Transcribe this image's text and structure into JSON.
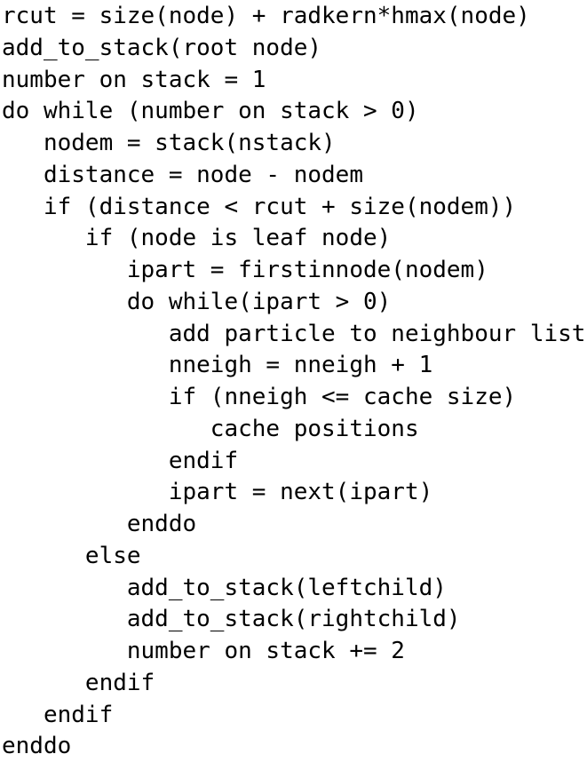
{
  "page": {
    "background_color": "#ffffff",
    "text_color": "#000000"
  },
  "code_listing": {
    "indent_unit_spaces": 3,
    "line_count": 24,
    "lines": [
      "rcut = size(node) + radkern*hmax(node)",
      "add_to_stack(root node)",
      "number on stack = 1",
      "do while (number on stack > 0)",
      "   nodem = stack(nstack)",
      "   distance = node - nodem",
      "   if (distance < rcut + size(nodem))",
      "      if (node is leaf node)",
      "         ipart = firstinnode(nodem)",
      "         do while(ipart > 0)",
      "            add particle to neighbour list",
      "            nneigh = nneigh + 1",
      "            if (nneigh <= cache size)",
      "               cache positions",
      "            endif",
      "            ipart = next(ipart)",
      "         enddo",
      "      else",
      "         add_to_stack(leftchild)",
      "         add_to_stack(rightchild)",
      "         number on stack += 2",
      "      endif",
      "   endif",
      "enddo"
    ]
  }
}
